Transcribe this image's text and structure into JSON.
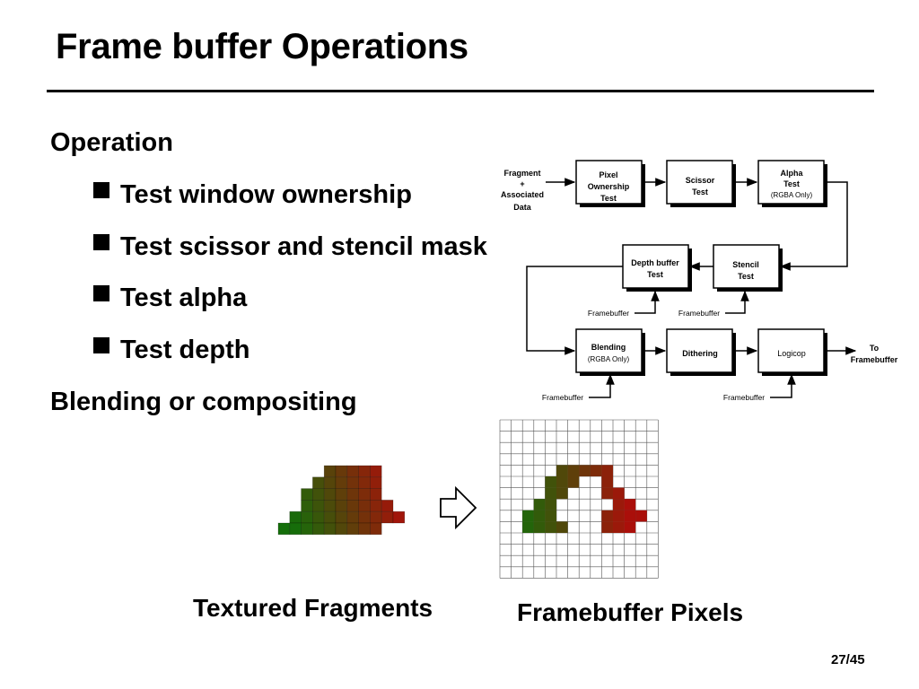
{
  "slide": {
    "title": "Frame buffer Operations",
    "page_number": "27/45"
  },
  "outline": {
    "operation_heading": "Operation",
    "bullets": [
      "Test window ownership",
      "Test scissor and stencil mask",
      "Test alpha",
      "Test depth"
    ],
    "blending_heading": "Blending or compositing"
  },
  "pipeline": {
    "input_label": [
      "Fragment",
      "+",
      "Associated",
      "Data"
    ],
    "boxes": {
      "pixel_ownership": [
        "Pixel",
        "Ownership",
        "Test"
      ],
      "scissor": [
        "Scissor",
        "Test"
      ],
      "alpha": [
        "Alpha",
        "Test",
        "(RGBA Only)"
      ],
      "stencil": [
        "Stencil",
        "Test"
      ],
      "depth": [
        "Depth buffer",
        "Test"
      ],
      "blending": [
        "Blending",
        "(RGBA Only)"
      ],
      "dithering": [
        "Dithering"
      ],
      "logicop": [
        "Logicop"
      ]
    },
    "framebuffer_label": "Framebuffer",
    "output_label": [
      "To",
      "Framebuffer"
    ]
  },
  "figure": {
    "fragments_caption": "Textured Fragments",
    "pixels_caption": "Framebuffer Pixels"
  }
}
